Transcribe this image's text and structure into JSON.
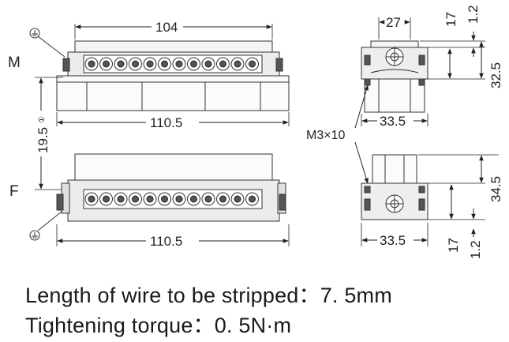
{
  "view_labels": {
    "male": "M",
    "female": "F"
  },
  "dimensions": {
    "top_width": "104",
    "male_length": "110.5",
    "female_length": "110.5",
    "gap": "19.5",
    "gap_note_mark": "①",
    "side_top_width": "27",
    "side_male_width": "33.5",
    "side_female_width": "33.5",
    "male_height": "32.5",
    "female_height": "34.5",
    "male_dim_17": "17",
    "male_dim_1_2": "1.2",
    "female_dim_17": "17",
    "female_dim_1_2": "1.2"
  },
  "screw_label": "M3×10",
  "notes": {
    "strip_length": "Length of wire to be stripped：7. 5mm",
    "torque": "Tightening torque：0. 5N·m"
  }
}
